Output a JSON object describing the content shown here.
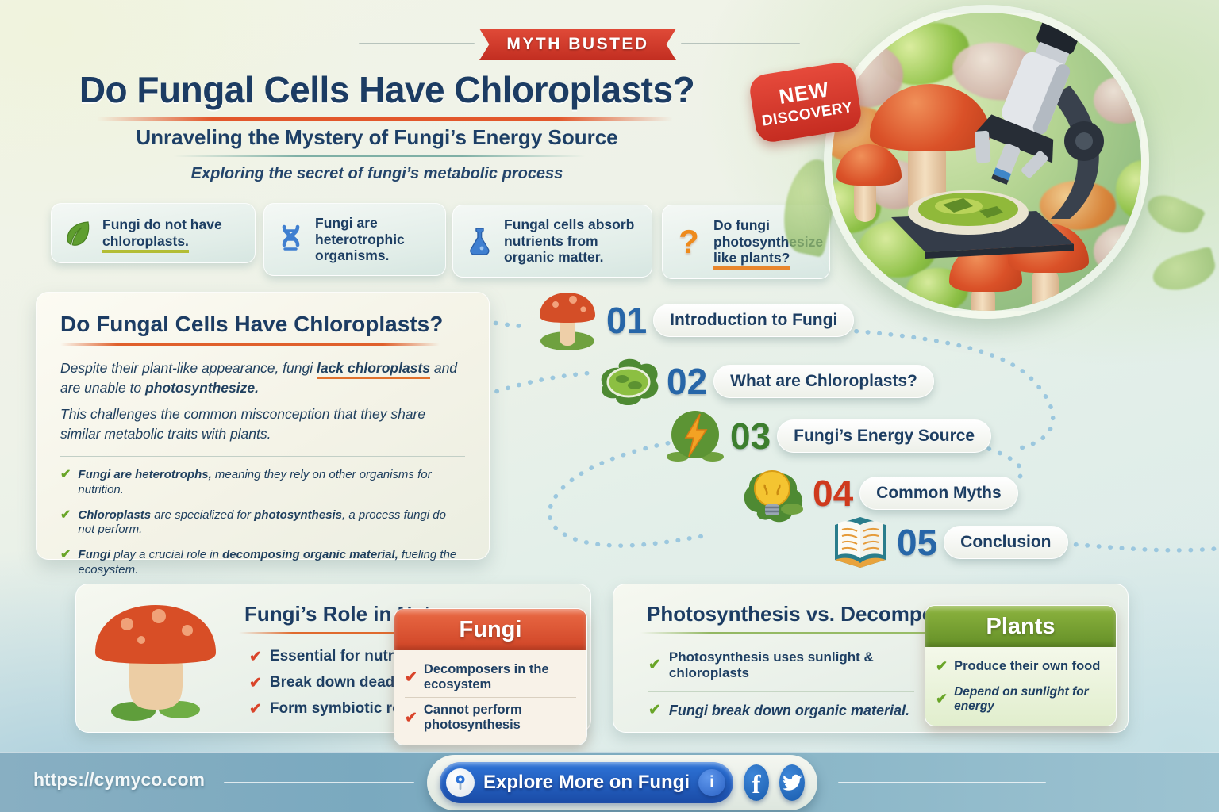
{
  "header": {
    "banner": "MYTH BUSTED",
    "title": "Do Fungal Cells Have Chloroplasts?",
    "subtitle": "Unraveling the Mystery of Fungi’s Energy Source",
    "tagline": "Exploring the secret of fungi’s metabolic process",
    "badge_line1": "NEW",
    "badge_line2": "DISCOVERY"
  },
  "facts": [
    {
      "icon": "leaf-icon",
      "text": "Fungi do not have ",
      "underlined": "chloroplasts."
    },
    {
      "icon": "dna-icon",
      "text": "Fungi are heterotrophic organisms."
    },
    {
      "icon": "flask-icon",
      "text": "Fungal cells absorb nutrients from organic matter."
    },
    {
      "icon": "question-icon",
      "text": "Do fungi photosynthesize ",
      "underlined": "like plants?"
    }
  ],
  "main_panel": {
    "heading": "Do Fungal Cells Have Chloroplasts?",
    "p1_t0": "Despite their plant-like appearance, fungi ",
    "p1_b1": "lack chloroplasts",
    "p1_t1": " and are unable to ",
    "p1_b2": "photosynthesize.",
    "p2": "This challenges the common misconception that they share similar metabolic traits with plants.",
    "bullets": [
      {
        "b1": "Fungi are heterotrophs,",
        "t1": " meaning they rely on other organisms for nutrition.",
        "b2": "",
        "t2": ""
      },
      {
        "b1": "Chloroplasts",
        "t1": " are specialized for ",
        "b2": "photosynthesis",
        "t2": ", a process fungi do not perform."
      },
      {
        "b1": "Fungi",
        "t1": " play a crucial role in ",
        "b2": "decomposing organic material,",
        "t2": " fueling the ecosystem."
      }
    ]
  },
  "steps": [
    {
      "num": "01",
      "label": "Introduction to Fungi",
      "icon": "mushroom-icon",
      "num_color": "#2766a8"
    },
    {
      "num": "02",
      "label": "What are Chloroplasts?",
      "icon": "chloroplast-icon",
      "num_color": "#2766a8"
    },
    {
      "num": "03",
      "label": "Fungi’s Energy Source",
      "icon": "energy-icon",
      "num_color": "#3c7e2e"
    },
    {
      "num": "04",
      "label": "Common Myths",
      "icon": "lightbulb-icon",
      "num_color": "#cf3a1d"
    },
    {
      "num": "05",
      "label": "Conclusion",
      "icon": "book-icon",
      "num_color": "#2766a8"
    }
  ],
  "role_panel": {
    "title": "Fungi’s Role in Nature",
    "items": [
      "Essential for nutrient cycling:",
      "Break down dead matter",
      "Form symbiotic relationships"
    ]
  },
  "fungi_card": {
    "title": "Fungi",
    "items": [
      "Decomposers in the ecosystem",
      "Cannot perform photosynthesis"
    ]
  },
  "compare_panel": {
    "title": "Photosynthesis vs. Decomposition",
    "items": [
      "Photosynthesis uses sunlight & chloroplasts",
      "Fungi break down organic material."
    ]
  },
  "plants_card": {
    "title": "Plants",
    "items": [
      "Produce their own food",
      "Depend on sunlight for energy"
    ]
  },
  "footer": {
    "url": "https://cymyco.com",
    "button_label": "Explore More on Fungi",
    "info_glyph": "i",
    "facebook_glyph": "f"
  },
  "colors": {
    "banner_red": "#d03a2b",
    "navy_text": "#1d3e63",
    "orange_accent": "#e2572b",
    "green_check": "#69a528",
    "red_check": "#d9442a",
    "step_blue": "#2766a8",
    "step_green": "#3c7e2e",
    "step_red": "#cf3a1d",
    "fungi_card_header": "#d84b2b",
    "plants_card_header": "#74a132",
    "footer_bar_blue": "#7aa9bf",
    "explore_button_blue": "#1f55b5",
    "dotted_path_blue": "#8fc1dd"
  }
}
